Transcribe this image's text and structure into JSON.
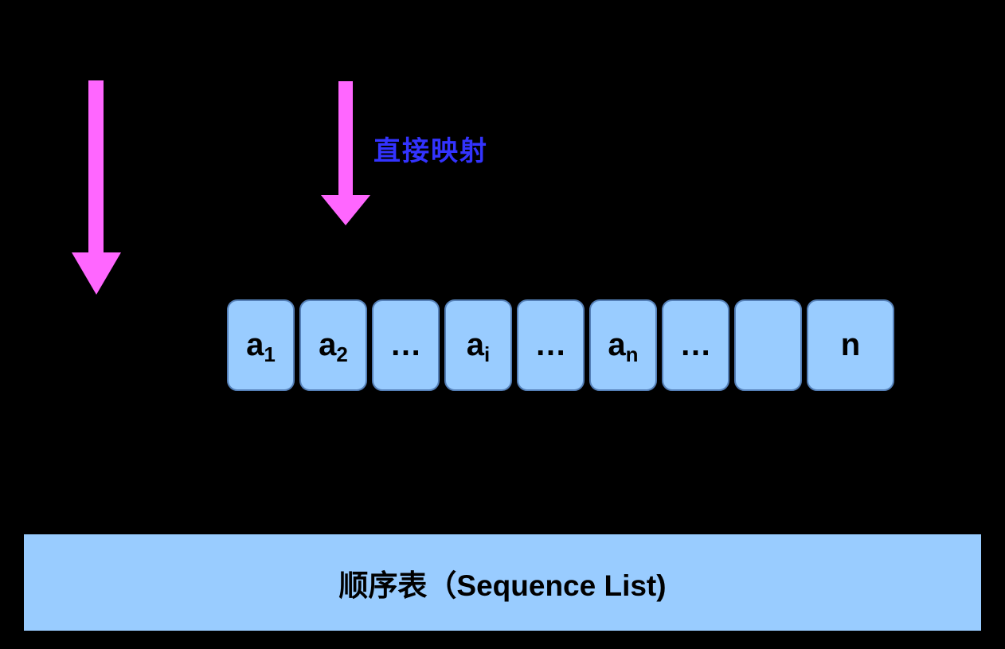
{
  "colors": {
    "background": "#000000",
    "arrow": "#ff66ff",
    "mapping_label": "#3333ff",
    "cell_fill": "#99ccff",
    "cell_border": "#5580b8",
    "text": "#000000"
  },
  "mapping_label": "直接映射",
  "sequence_array": {
    "cells": [
      {
        "base": "a",
        "sub": "1"
      },
      {
        "base": "a",
        "sub": "2"
      },
      {
        "base": "…",
        "sub": ""
      },
      {
        "base": "a",
        "sub": "i"
      },
      {
        "base": "…",
        "sub": ""
      },
      {
        "base": "a",
        "sub": "n"
      },
      {
        "base": "…",
        "sub": ""
      },
      {
        "base": "",
        "sub": ""
      },
      {
        "base": "n",
        "sub": ""
      }
    ]
  },
  "footer": {
    "label": "顺序表（Sequence List)"
  }
}
